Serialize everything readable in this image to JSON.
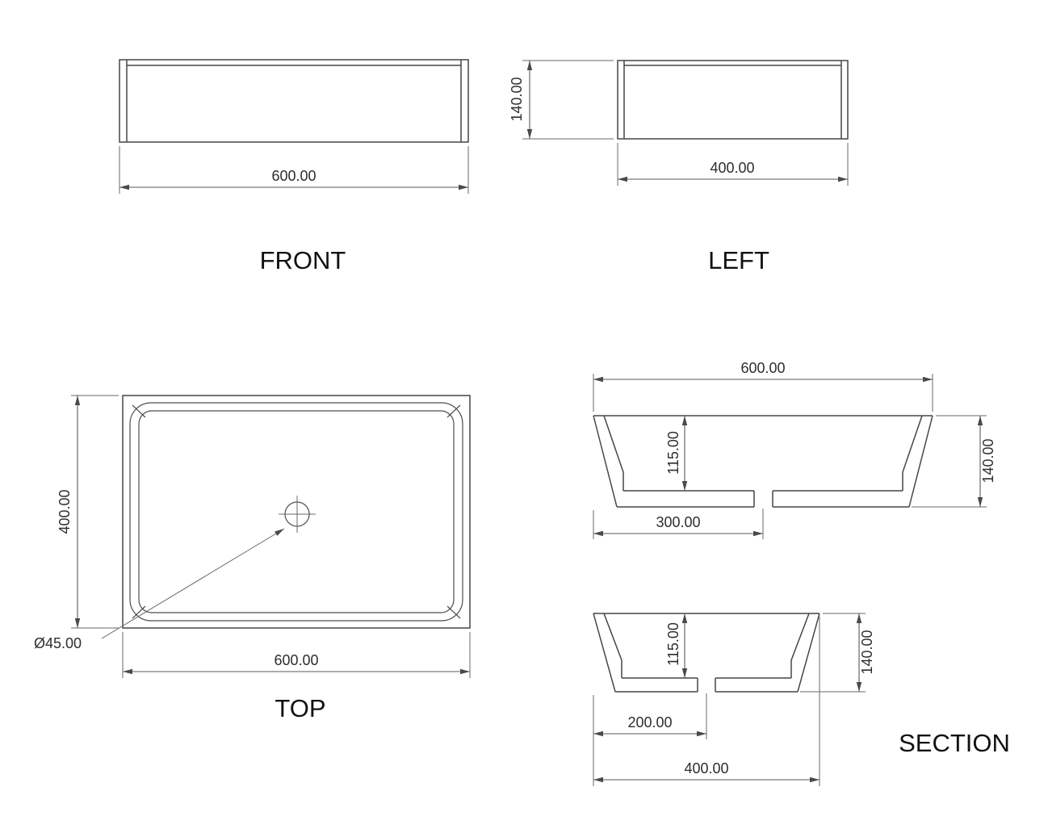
{
  "front_view": {
    "label": "FRONT",
    "dim_width": "600.00"
  },
  "left_view": {
    "label": "LEFT",
    "dim_height": "140.00",
    "dim_width": "400.00"
  },
  "top_view": {
    "label": "TOP",
    "dim_height": "400.00",
    "dim_width": "600.00",
    "dim_drain_diameter": "Ø45.00"
  },
  "section_long": {
    "dim_width": "600.00",
    "dim_basin_depth": "115.00",
    "dim_height": "140.00",
    "dim_drain_center": "300.00"
  },
  "section_cross": {
    "label": "SECTION",
    "dim_basin_depth": "115.00",
    "dim_height": "140.00",
    "dim_drain_center": "200.00",
    "dim_width": "400.00"
  }
}
